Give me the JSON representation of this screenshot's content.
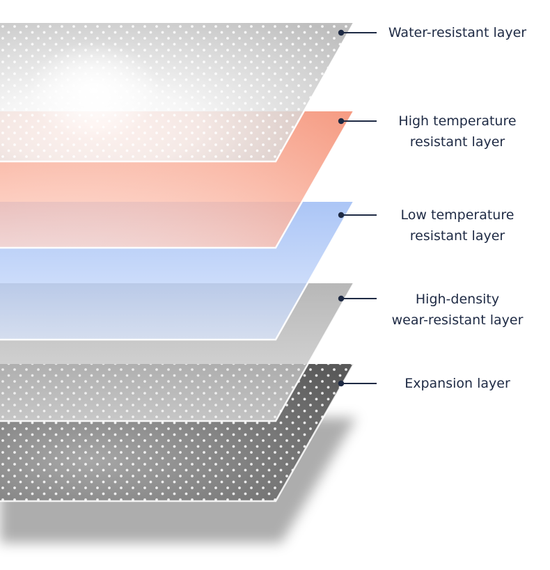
{
  "layers": [
    {
      "id": "water",
      "label_lines": [
        "Water-resistant layer"
      ]
    },
    {
      "id": "hightemp",
      "label_lines": [
        "High temperature",
        "resistant layer"
      ]
    },
    {
      "id": "lowtemp",
      "label_lines": [
        "Low temperature",
        "resistant layer"
      ]
    },
    {
      "id": "density",
      "label_lines": [
        "High-density",
        "wear-resistant layer"
      ]
    },
    {
      "id": "expansion",
      "label_lines": [
        "Expansion layer"
      ]
    }
  ],
  "colors": {
    "label_text": "#1e2a44",
    "leader_line": "#1e2a44",
    "water_light": "#ffffff",
    "water_dark": "#b4b4b4",
    "hightemp_top": "#f59378",
    "hightemp_bottom": "#ffd5c8",
    "lowtemp_top": "#8fb2f3",
    "lowtemp_bottom": "#d7e3fb",
    "density_top": "#a5a5a5",
    "density_bottom": "#d6d6d6",
    "expansion_dark": "#5a5a5a",
    "expansion_mid": "#9a9a9a"
  }
}
